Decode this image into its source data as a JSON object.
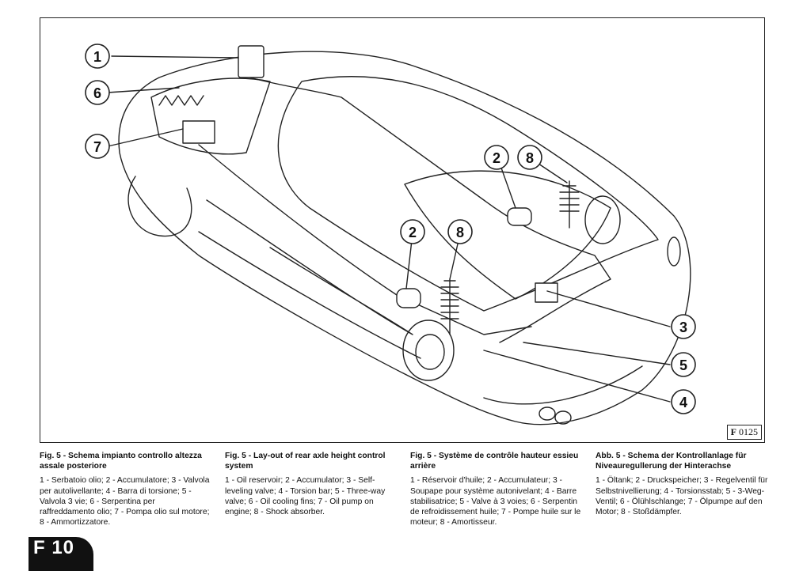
{
  "figure": {
    "code_prefix": "F",
    "code_number": "0125",
    "callouts": [
      "1",
      "6",
      "7",
      "2",
      "8",
      "2",
      "8",
      "3",
      "5",
      "4"
    ]
  },
  "columns": [
    {
      "lang": "it",
      "title": "Fig. 5 - Schema impianto controllo altezza assale posteriore",
      "body": "1 - Serbatoio olio; 2 - Accumulatore; 3 - Valvola per autolivellante; 4 - Barra di torsione; 5 - Valvola 3 vie; 6 - Serpentina per raffreddamento olio; 7 - Pompa olio sul motore; 8 - Ammortizzatore."
    },
    {
      "lang": "en",
      "title": "Fig. 5 - Lay-out of rear axle height control system",
      "body": "1 - Oil reservoir; 2 - Accumulator; 3 - Self-leveling valve; 4 - Torsion bar; 5 - Three-way valve; 6 - Oil cooling fins; 7 - Oil pump on engine; 8 - Shock absorber."
    },
    {
      "lang": "fr",
      "title": "Fig. 5 - Système de contrôle hauteur essieu arrière",
      "body": "1 - Réservoir d'huile; 2 - Accumulateur; 3 - Soupape pour système autonivelant; 4 - Barre stabilisatrice; 5 - Valve à 3 voies; 6 - Serpentin de refroidissement huile; 7 - Pompe huile sur le moteur; 8 - Amortisseur."
    },
    {
      "lang": "de",
      "title": "Abb. 5 - Schema der Kontrollanlage für Niveauregullerung der Hinterachse",
      "body": "1 - Öltank; 2 - Druckspeicher; 3 - Regelventil für Selbstnivellierung; 4 - Torsionsstab; 5 - 3-Weg-Ventil; 6 - Ölühlschlange; 7 - Ölpumpe auf den Motor; 8 - Stoßdämpfer."
    }
  ],
  "page_tab": "F 10"
}
